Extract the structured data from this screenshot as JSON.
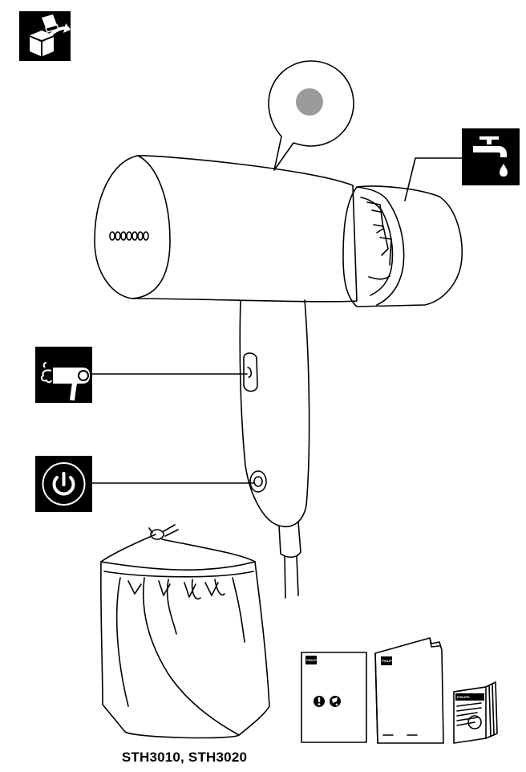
{
  "header": {
    "unpack_icon": "unpack-box-icon"
  },
  "steamer": {
    "indicator_color": "#9a9a9a",
    "icons": {
      "water": "water-tap-icon",
      "steam": "steam-trigger-icon",
      "power": "power-icon"
    }
  },
  "accessories": {
    "pouch": "storage-pouch",
    "documents": [
      "user-manual",
      "safety-leaflet",
      "warranty-booklet"
    ],
    "brand": "PHILIPS"
  },
  "footer": {
    "models": "STH3010, STH3020"
  }
}
